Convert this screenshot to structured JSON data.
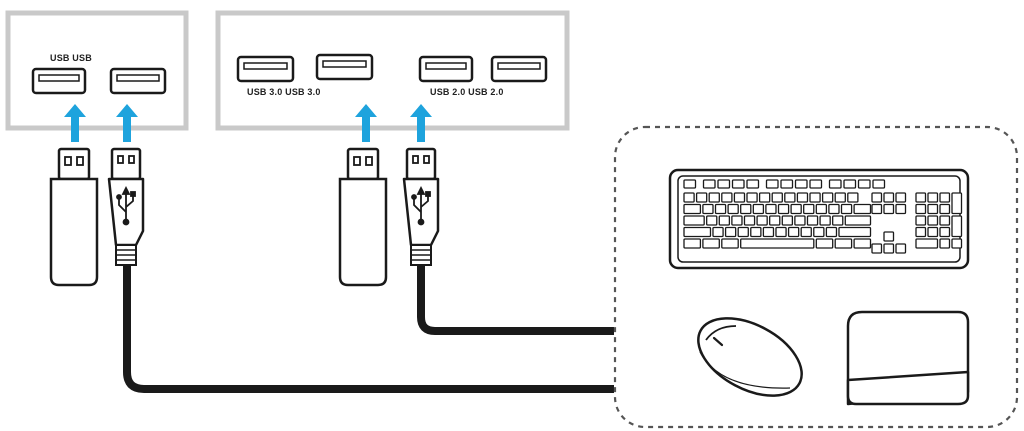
{
  "panels": {
    "left_label": "USB USB",
    "right_label_usb3": "USB 3.0 USB 3.0",
    "right_label_usb2": "USB 2.0 USB 2.0"
  },
  "icons": {
    "arrow": "up-arrow-icon",
    "usb_symbol": "usb-trident-icon"
  },
  "colors": {
    "arrow": "#1ea3dd",
    "panel_border": "#c9c9c9",
    "cable": "#1a1a1a",
    "outline": "#1a1a1a",
    "dashed_border": "#555555"
  }
}
